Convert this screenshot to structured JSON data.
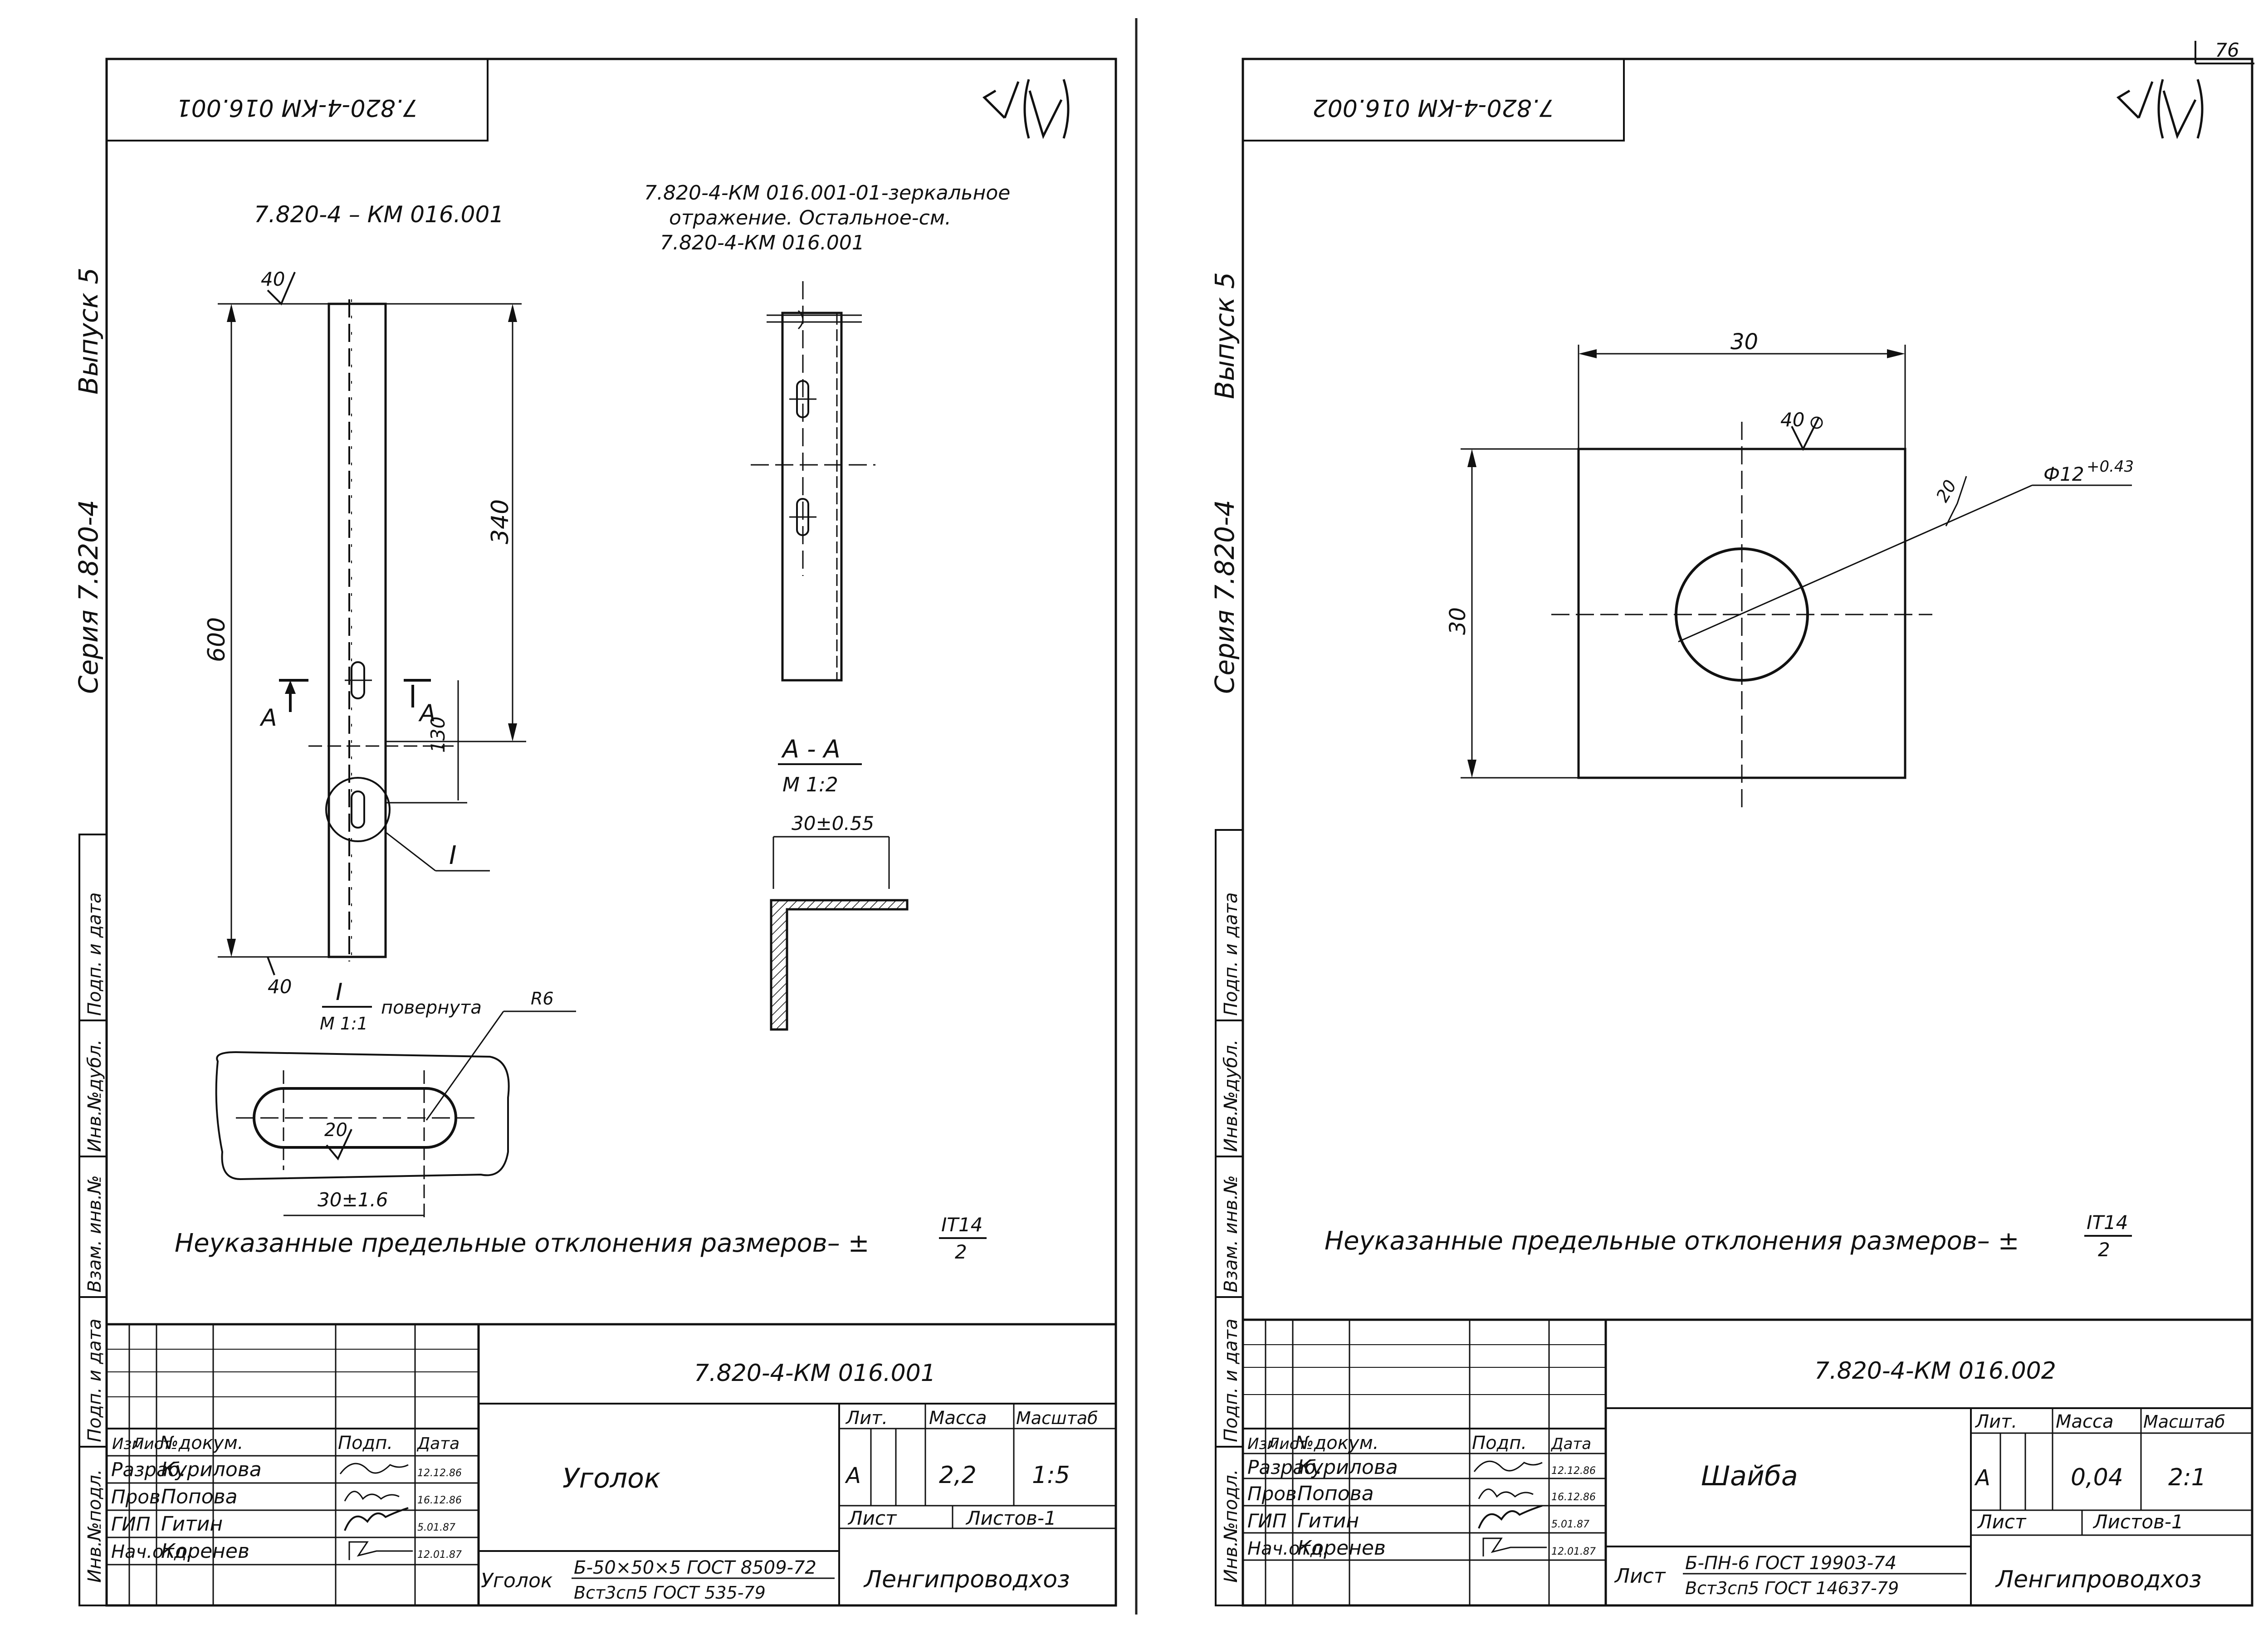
{
  "page_number": "76",
  "left_sheet": {
    "stamp_code": "7.820-4-КМ 016.001",
    "series_label": "Серия  7.820-4",
    "issue_label": "Выпуск 5",
    "side_boxes": [
      "Взам. инв.№",
      "Инв.№дубл.",
      "Подп. и дата",
      "Подп. и дата",
      "Инв.№подл."
    ],
    "part_title": "7.820-4 – КМ 016.001",
    "mirror_note_line1": "7.820-4-КМ 016.001-01-зеркальное",
    "mirror_note_line2": "отражение. Остальное-см.",
    "mirror_note_line3": "7.820-4-КМ 016.001",
    "roughness_value": "40",
    "dim_length_total": "600",
    "dim_length_part": "340",
    "dim_hole_offset": "130",
    "section_mark": "А",
    "detail_mark": "I",
    "section_title": "А - А",
    "section_scale": "М 1:2",
    "section_dim": "30±0.55",
    "detail_title": "I",
    "detail_scale": "М 1:1",
    "detail_note": "повернута",
    "detail_radius": "R6",
    "detail_width": "20",
    "detail_length": "30±1.6",
    "tolerance_text": "Неуказанные предельные отклонения размеров– ±",
    "tolerance_num": "IT14",
    "tolerance_den": "2",
    "title_block": {
      "doc_code": "7.820-4-КМ 016.001",
      "name": "Уголок",
      "headers": [
        "Изм.",
        "Лист",
        "№докум.",
        "Подп.",
        "Дата"
      ],
      "rows": [
        {
          "role": "Разраб.",
          "name": "Курилова",
          "date": "12.12.86"
        },
        {
          "role": "Пров.",
          "name": "Попова",
          "date": "16.12.86"
        },
        {
          "role": "ГИП",
          "name": "Гитин",
          "date": "5.01.87"
        },
        {
          "role": "Нач.отд.",
          "name": "Коренев",
          "date": "12.01.87"
        }
      ],
      "lit_label": "Лит.",
      "mass_label": "Масса",
      "scale_label": "Масштаб",
      "lit_value": "А",
      "mass_value": "2,2",
      "scale_value": "1:5",
      "sheet_label": "Лист",
      "sheets_label": "Листов-1",
      "material_prefix": "Уголок",
      "material_top": "Б-50×50×5 ГОСТ 8509-72",
      "material_bottom": "Вст3сп5 ГОСТ 535-79",
      "org": "Ленгипроводхоз"
    }
  },
  "right_sheet": {
    "stamp_code": "7.820-4-КМ 016.002",
    "series_label": "Серия  7.820-4",
    "issue_label": "Выпуск 5",
    "side_boxes": [
      "Взам. инв.№",
      "Инв.№дубл.",
      "Подп. и дата",
      "Подп. и дата",
      "Инв.№подл."
    ],
    "dim_width": "30",
    "dim_height": "30",
    "roughness_value": "40",
    "hole_dim": "Ф12",
    "hole_tol": "+0.43",
    "chamfer_value": "20",
    "tolerance_text": "Неуказанные предельные отклонения размеров– ±",
    "tolerance_num": "IT14",
    "tolerance_den": "2",
    "title_block": {
      "doc_code": "7.820-4-КМ 016.002",
      "name": "Шайба",
      "headers": [
        "Изм.",
        "Лист",
        "№докум.",
        "Подп.",
        "Дата"
      ],
      "rows": [
        {
          "role": "Разраб.",
          "name": "Курилова",
          "date": "12.12.86"
        },
        {
          "role": "Пров.",
          "name": "Попова",
          "date": "16.12.86"
        },
        {
          "role": "ГИП",
          "name": "Гитин",
          "date": "5.01.87"
        },
        {
          "role": "Нач.отд.",
          "name": "Коренев",
          "date": "12.01.87"
        }
      ],
      "lit_label": "Лит.",
      "mass_label": "Масса",
      "scale_label": "Масштаб",
      "lit_value": "А",
      "mass_value": "0,04",
      "scale_value": "2:1",
      "sheet_label": "Лист",
      "sheets_label": "Листов-1",
      "material_prefix": "Лист",
      "material_top": "Б-ПН-6 ГОСТ 19903-74",
      "material_bottom": "Вст3сп5 ГОСТ 14637-79",
      "org": "Ленгипроводхоз"
    }
  }
}
